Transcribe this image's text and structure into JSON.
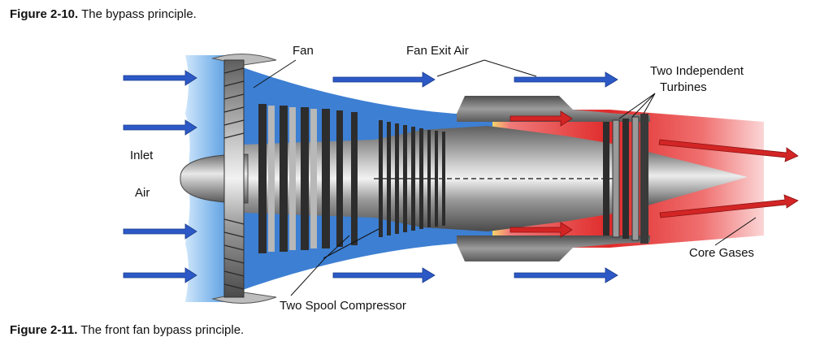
{
  "figure_top": {
    "number": "Figure 2-10.",
    "text": " The bypass principle."
  },
  "figure_bottom": {
    "number": "Figure 2-11.",
    "text": " The front fan bypass principle."
  },
  "labels": {
    "fan": "Fan",
    "fan_exit_air": "Fan Exit Air",
    "two_independent": "Two Independent",
    "turbines": "Turbines",
    "inlet": "Inlet",
    "air": "Air",
    "core_gases": "Core Gases",
    "two_spool_compressor": "Two Spool Compressor"
  },
  "colors": {
    "bypass_air": "#3d7fd3",
    "inlet_air": "#8fc1ee",
    "hot_gas": "#e23a3a",
    "air_arrow": "#2c59c6",
    "gas_arrow": "#d32525",
    "metal": "#8a8a8a"
  }
}
